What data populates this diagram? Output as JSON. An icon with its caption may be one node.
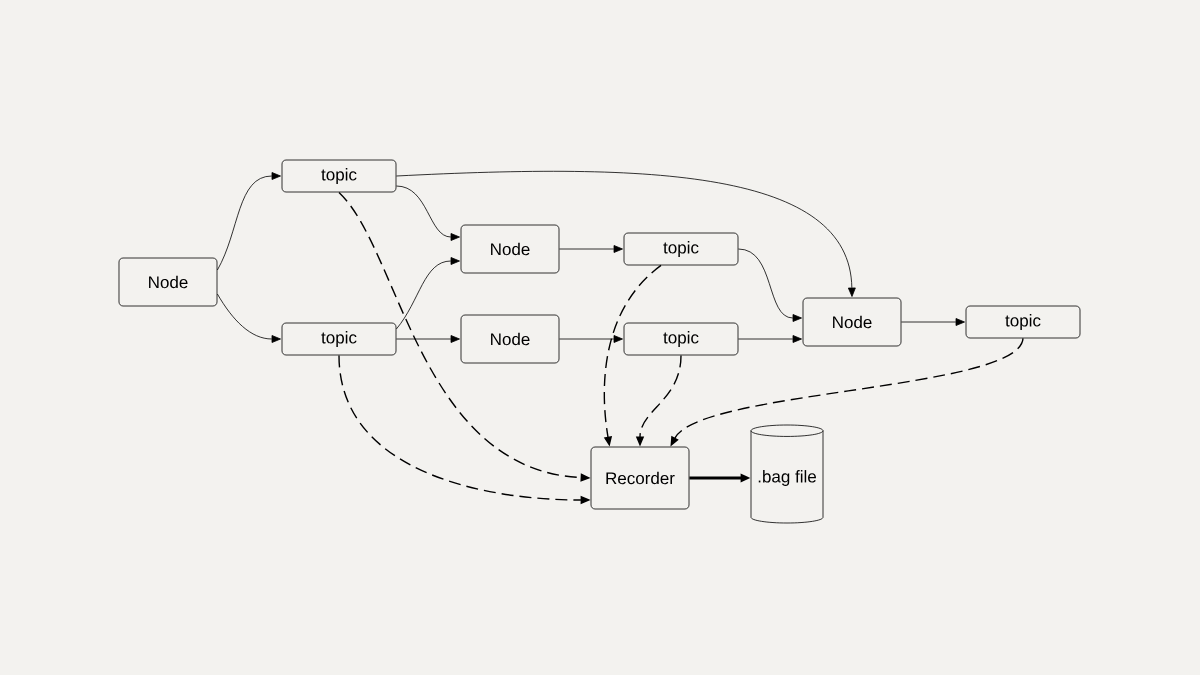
{
  "diagram": {
    "nodes": [
      {
        "text": [
          "Node"
        ]
      },
      {
        "text": [
          "topic"
        ]
      },
      {
        "text": [
          "topic"
        ]
      },
      {
        "text": [
          "Node"
        ]
      },
      {
        "text": [
          "Node"
        ]
      },
      {
        "text": [
          "topic"
        ]
      },
      {
        "text": [
          "topic"
        ]
      },
      {
        "text": [
          "Node"
        ]
      },
      {
        "text": [
          "topic"
        ]
      },
      {
        "text": [
          "Recorder"
        ]
      },
      {
        "text": [
          ".bag file"
        ]
      }
    ],
    "edges": [
      {
        "from": 0,
        "to": 1,
        "arrow": "to"
      },
      {
        "from": 0,
        "to": 2,
        "arrow": "to"
      },
      {
        "from": 1,
        "to": 3,
        "arrow": "to"
      },
      {
        "from": 2,
        "to": 3,
        "arrow": "to"
      },
      {
        "from": 2,
        "to": 4,
        "arrow": "to"
      },
      {
        "from": 3,
        "to": 5,
        "arrow": "to"
      },
      {
        "from": 4,
        "to": 6,
        "arrow": "to"
      },
      {
        "from": 5,
        "to": 7,
        "arrow": "to"
      },
      {
        "from": 6,
        "to": 7,
        "arrow": "to"
      },
      {
        "from": 1,
        "to": 7,
        "arrow": "to"
      },
      {
        "from": 7,
        "to": 8,
        "arrow": "to"
      },
      {
        "from": 9,
        "to": 10,
        "arrow": "to",
        "style": "thick"
      },
      {
        "from": 1,
        "to": 9,
        "arrow": "to",
        "style": "dashed"
      },
      {
        "from": 2,
        "to": 9,
        "arrow": "to",
        "style": "dashed"
      },
      {
        "from": 5,
        "to": 9,
        "arrow": "to",
        "style": "dashed"
      },
      {
        "from": 6,
        "to": 9,
        "arrow": "to",
        "style": "dashed"
      },
      {
        "from": 8,
        "to": 9,
        "arrow": "to",
        "style": "dashed"
      }
    ]
  }
}
